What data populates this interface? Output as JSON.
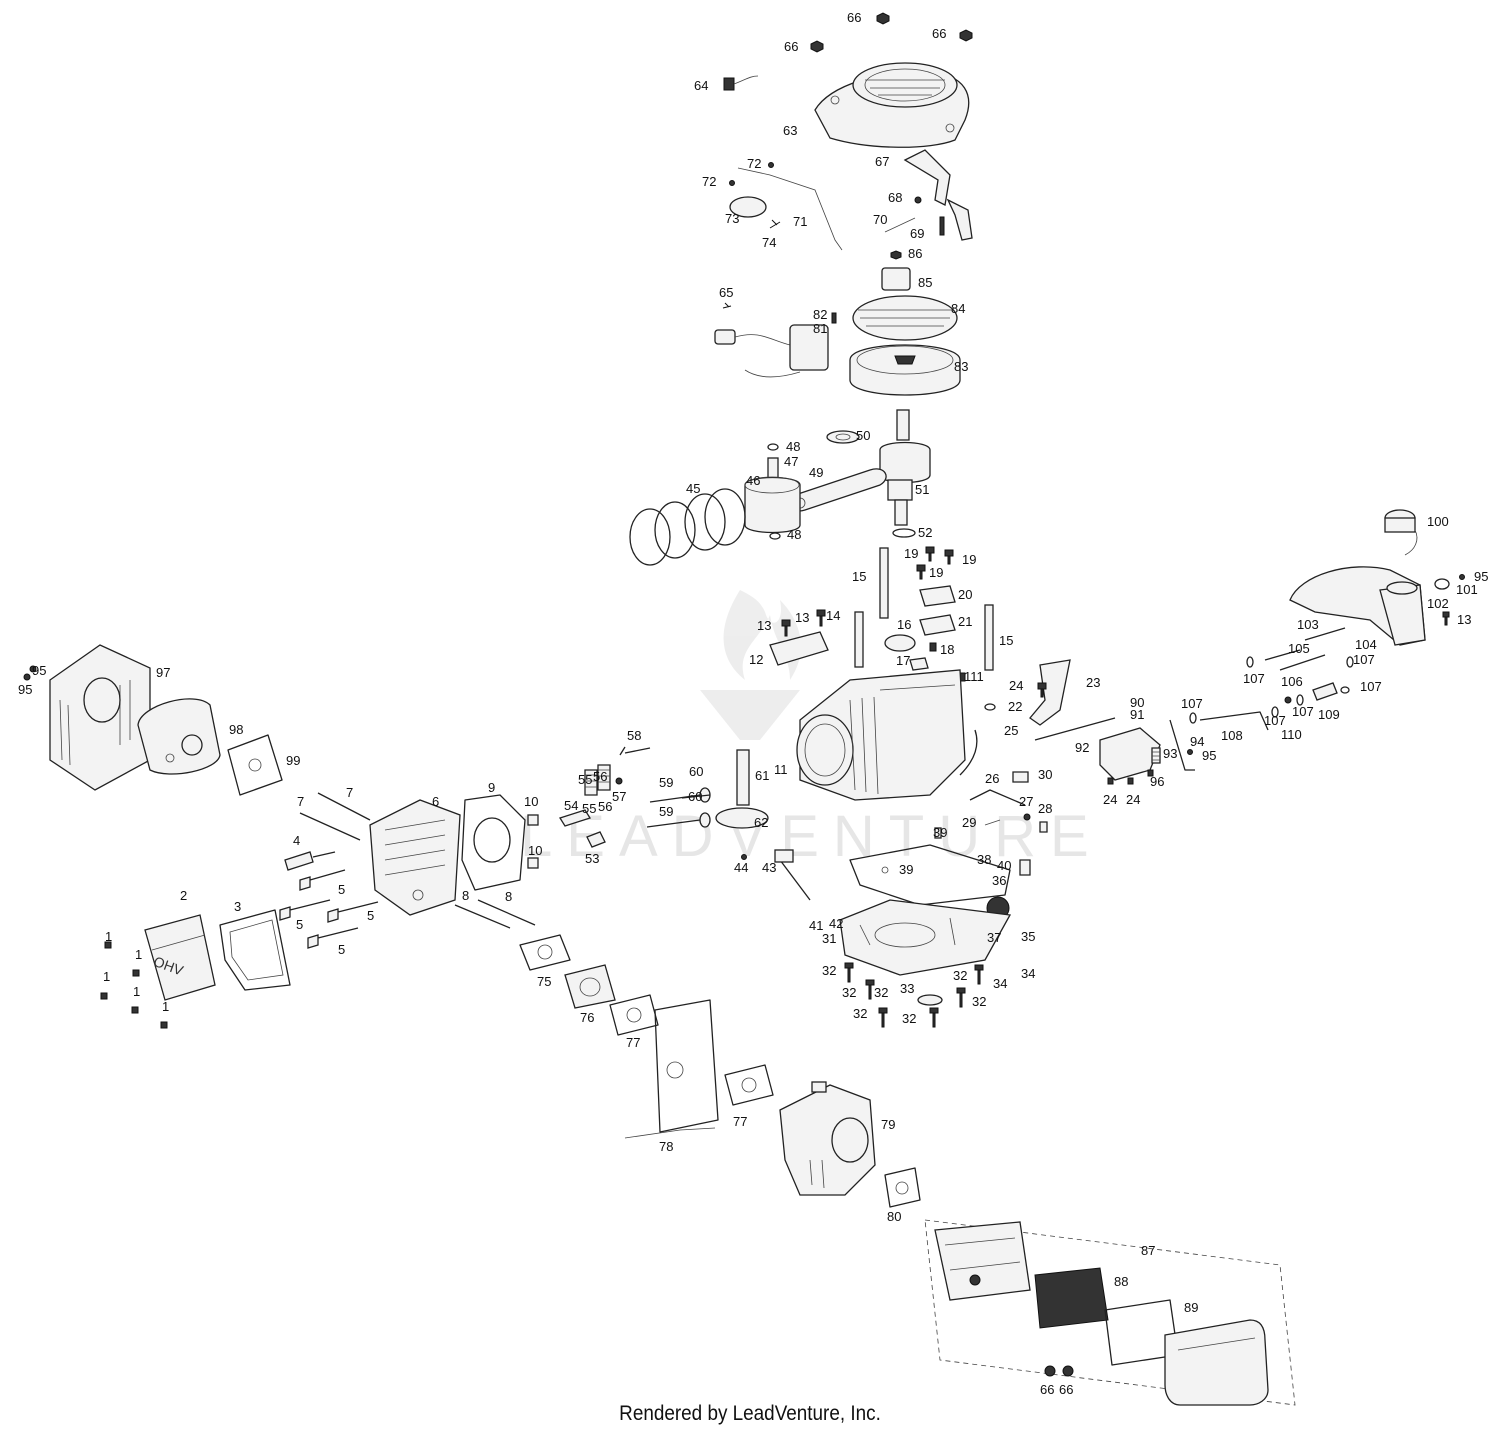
{
  "watermark": "LEADVENTURE",
  "footer": "Rendered by LeadVenture, Inc.",
  "part_labels": [
    "1",
    "2",
    "3",
    "4",
    "5",
    "6",
    "7",
    "8",
    "9",
    "10",
    "11",
    "12",
    "13",
    "14",
    "15",
    "16",
    "17",
    "18",
    "19",
    "20",
    "21",
    "22",
    "23",
    "24",
    "25",
    "26",
    "27",
    "28",
    "29",
    "30",
    "31",
    "32",
    "33",
    "34",
    "35",
    "36",
    "37",
    "38",
    "39",
    "40",
    "41",
    "42",
    "43",
    "44",
    "45",
    "46",
    "47",
    "48",
    "49",
    "50",
    "51",
    "52",
    "53",
    "54",
    "55",
    "56",
    "57",
    "58",
    "59",
    "60",
    "61",
    "62",
    "63",
    "64",
    "65",
    "66",
    "67",
    "68",
    "69",
    "70",
    "71",
    "72",
    "73",
    "74",
    "75",
    "76",
    "77",
    "78",
    "79",
    "80",
    "81",
    "82",
    "83",
    "84",
    "85",
    "86",
    "87",
    "88",
    "89",
    "90",
    "91",
    "92",
    "93",
    "94",
    "95",
    "96",
    "97",
    "98",
    "99",
    "100",
    "101",
    "102",
    "103",
    "104",
    "105",
    "106",
    "107",
    "108",
    "109",
    "110",
    "111"
  ]
}
